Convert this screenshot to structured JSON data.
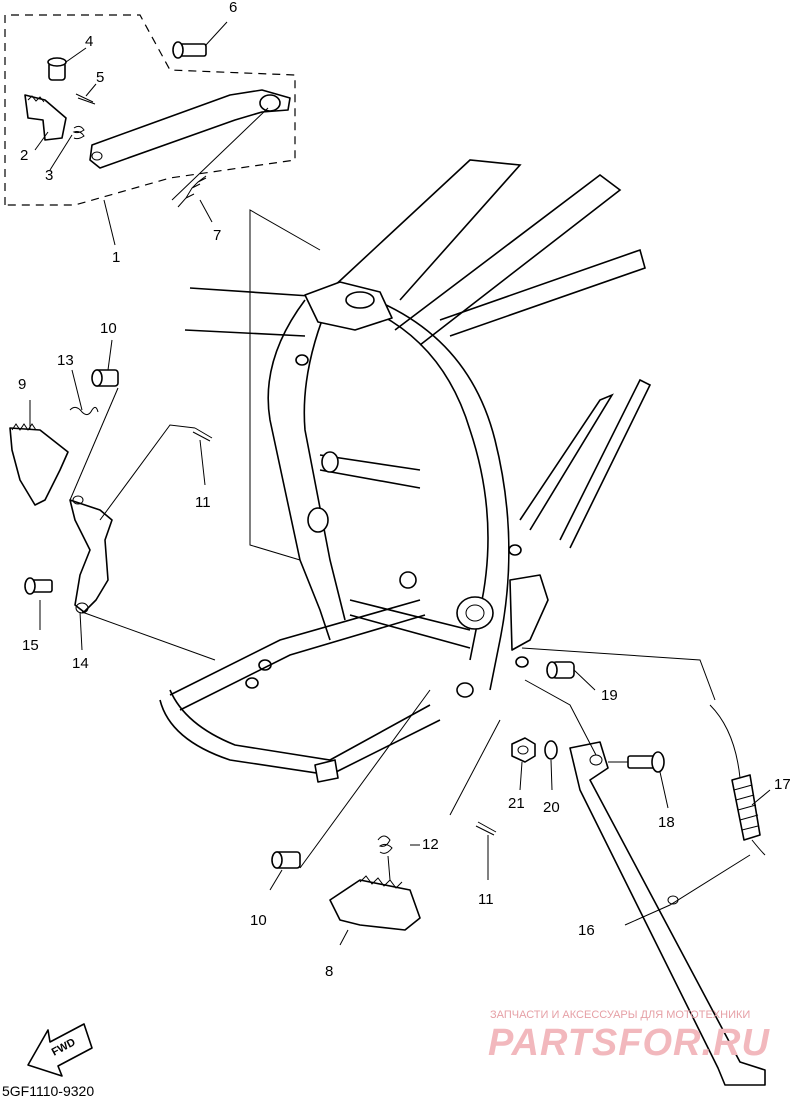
{
  "diagram_code": "5GF1110-9320",
  "watermark": {
    "caption": "ЗАПЧАСТИ И АКСЕССУАРЫ ДЛЯ МОТОТЕХНИКИ",
    "brand": "PARTSFOR.RU",
    "color": "#e6a0a6"
  },
  "fwd_label": "FWD",
  "callouts": {
    "c1": "1",
    "c2": "2",
    "c3": "3",
    "c4": "4",
    "c5": "5",
    "c6": "6",
    "c7": "7",
    "c8": "8",
    "c9": "9",
    "c10a": "10",
    "c10b": "10",
    "c11a": "11",
    "c11b": "11",
    "c12": "12",
    "c13": "13",
    "c14": "14",
    "c15": "15",
    "c16": "16",
    "c17": "17",
    "c18": "18",
    "c19": "19",
    "c20": "20",
    "c21": "21"
  },
  "icons": {
    "forward_arrow": "fwd-arrow-icon"
  }
}
